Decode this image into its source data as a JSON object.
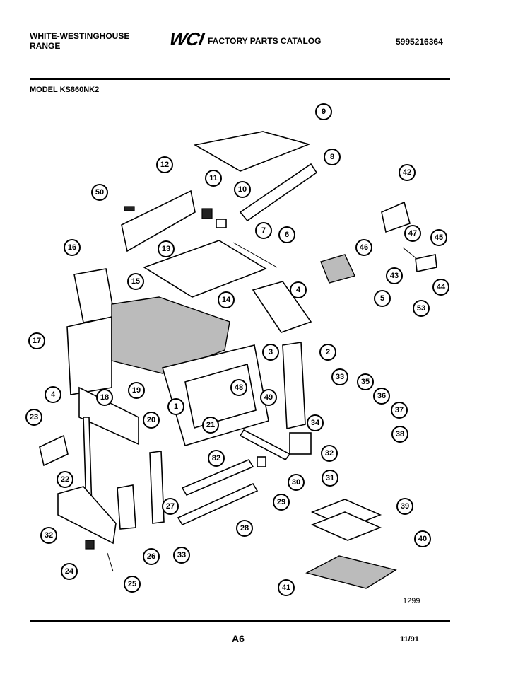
{
  "header": {
    "brand_line1": "WHITE-WESTINGHOUSE",
    "brand_line2": "RANGE",
    "logo": "WCI",
    "catalog_title": "FACTORY PARTS CATALOG",
    "catalog_number": "5995216364"
  },
  "model": "MODEL KS860NK2",
  "footer": {
    "drawing_number": "1299",
    "page": "A6",
    "date": "11/91"
  },
  "callouts": [
    "9",
    "12",
    "11",
    "10",
    "8",
    "50",
    "7",
    "6",
    "42",
    "16",
    "13",
    "46",
    "47",
    "45",
    "15",
    "14",
    "4",
    "43",
    "44",
    "5",
    "53",
    "17",
    "3",
    "2",
    "4",
    "18",
    "19",
    "48",
    "33",
    "35",
    "1",
    "49",
    "36",
    "23",
    "20",
    "21",
    "34",
    "37",
    "38",
    "32",
    "22",
    "82",
    "30",
    "31",
    "29",
    "27",
    "39",
    "32",
    "26",
    "28",
    "40",
    "33",
    "24",
    "25",
    "41"
  ]
}
